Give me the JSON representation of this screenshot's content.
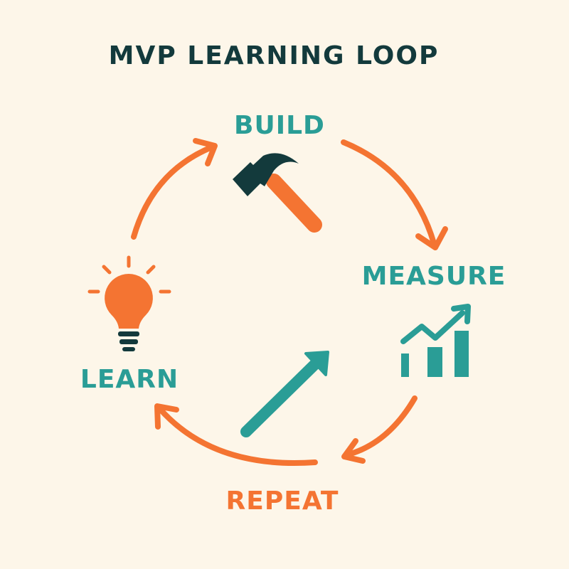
{
  "title": "MVP LEARNING LOOP",
  "stages": {
    "build": "BUILD",
    "measure": "MEASURE",
    "repeat": "REPEAT",
    "learn": "LEARN"
  },
  "colors": {
    "background": "#fdf6e9",
    "teal": "#2a9d96",
    "orange": "#f47432",
    "dark": "#133a3c"
  }
}
